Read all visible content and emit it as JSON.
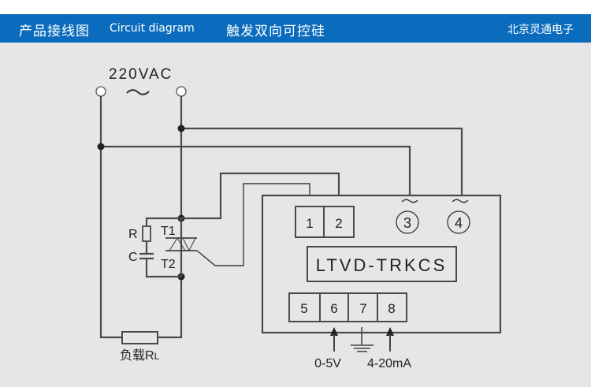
{
  "header": {
    "title_cn": "产品接线图",
    "title_en": "Circuit diagram",
    "product": "触发双向可控硅",
    "company": "北京灵通电子",
    "bar_color": "#0b6cbd"
  },
  "diagram": {
    "supply_label": "220VAC",
    "ac_symbol": "~",
    "rc_labels": {
      "r": "R",
      "c": "C"
    },
    "triac_labels": {
      "t1": "T1",
      "t2": "T2"
    },
    "load_label": "负载R",
    "load_subscript": "L",
    "module": {
      "model": "LTVD-TRKCS",
      "terminals_top": [
        "1",
        "2"
      ],
      "terminals_ac": [
        "3",
        "4"
      ],
      "terminals_bottom": [
        "5",
        "6",
        "7",
        "8"
      ]
    },
    "input_labels": {
      "voltage": "0-5V",
      "current": "4-20mA"
    },
    "line_color": "#4a4a4a"
  }
}
